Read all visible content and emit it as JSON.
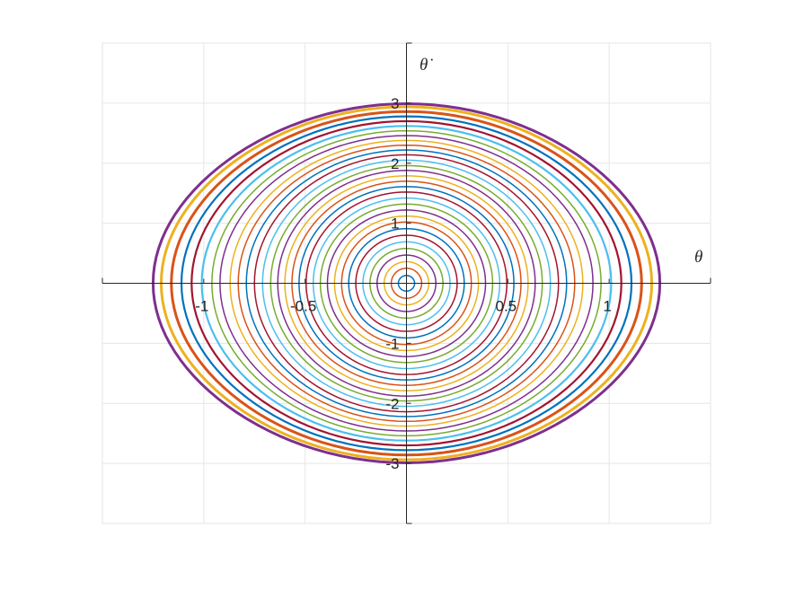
{
  "chart_data": {
    "type": "line",
    "title": "",
    "xlabel": "θ",
    "ylabel": "θ̇",
    "xlim": [
      -1.5,
      1.5
    ],
    "ylim": [
      -4,
      4
    ],
    "grid": true,
    "axes_origin": "center",
    "x_ticks": [
      {
        "value": -1,
        "label": "-1"
      },
      {
        "value": -0.5,
        "label": "-0.5"
      },
      {
        "value": 0.5,
        "label": "0.5"
      },
      {
        "value": 1,
        "label": "1"
      }
    ],
    "y_ticks": [
      {
        "value": 3,
        "label": "3"
      },
      {
        "value": 2,
        "label": "2"
      },
      {
        "value": 1,
        "label": "1"
      },
      {
        "value": -1,
        "label": "-1"
      },
      {
        "value": -2,
        "label": "-2"
      },
      {
        "value": -3,
        "label": "-3"
      }
    ],
    "grid_x": [
      -1.5,
      -1,
      -0.5,
      0,
      0.5,
      1,
      1.5
    ],
    "grid_y": [
      -4,
      -3,
      -2,
      -1,
      0,
      1,
      2,
      3,
      4
    ],
    "color_cycle": [
      "#0072BD",
      "#D95319",
      "#EDB120",
      "#7E2F8E",
      "#77AC30",
      "#4DBEEE",
      "#A2142F"
    ],
    "series_description": "Family of closed phase-space orbits (pendulum); each series is one orbit given by amplitude of theta and peak angular velocity",
    "orbits": [
      {
        "theta_max": 0.04,
        "omega_max": 0.13
      },
      {
        "theta_max": 0.075,
        "omega_max": 0.25
      },
      {
        "theta_max": 0.11,
        "omega_max": 0.36
      },
      {
        "theta_max": 0.145,
        "omega_max": 0.47
      },
      {
        "theta_max": 0.18,
        "omega_max": 0.58
      },
      {
        "theta_max": 0.215,
        "omega_max": 0.69
      },
      {
        "theta_max": 0.25,
        "omega_max": 0.8
      },
      {
        "theta_max": 0.285,
        "omega_max": 0.91
      },
      {
        "theta_max": 0.32,
        "omega_max": 1.02
      },
      {
        "theta_max": 0.355,
        "omega_max": 1.12
      },
      {
        "theta_max": 0.39,
        "omega_max": 1.22
      },
      {
        "theta_max": 0.425,
        "omega_max": 1.32
      },
      {
        "theta_max": 0.46,
        "omega_max": 1.42
      },
      {
        "theta_max": 0.495,
        "omega_max": 1.52
      },
      {
        "theta_max": 0.53,
        "omega_max": 1.61
      },
      {
        "theta_max": 0.565,
        "omega_max": 1.7
      },
      {
        "theta_max": 0.6,
        "omega_max": 1.79
      },
      {
        "theta_max": 0.635,
        "omega_max": 1.88
      },
      {
        "theta_max": 0.67,
        "omega_max": 1.96
      },
      {
        "theta_max": 0.71,
        "omega_max": 2.05
      },
      {
        "theta_max": 0.75,
        "omega_max": 2.14
      },
      {
        "theta_max": 0.79,
        "omega_max": 2.22
      },
      {
        "theta_max": 0.83,
        "omega_max": 2.3
      },
      {
        "theta_max": 0.87,
        "omega_max": 2.38
      },
      {
        "theta_max": 0.92,
        "omega_max": 2.46
      },
      {
        "theta_max": 0.96,
        "omega_max": 2.54
      },
      {
        "theta_max": 1.01,
        "omega_max": 2.62
      },
      {
        "theta_max": 1.06,
        "omega_max": 2.7
      },
      {
        "theta_max": 1.11,
        "omega_max": 2.78
      },
      {
        "theta_max": 1.16,
        "omega_max": 2.86
      },
      {
        "theta_max": 1.21,
        "omega_max": 2.94
      },
      {
        "theta_max": 1.25,
        "omega_max": 2.99
      }
    ]
  }
}
